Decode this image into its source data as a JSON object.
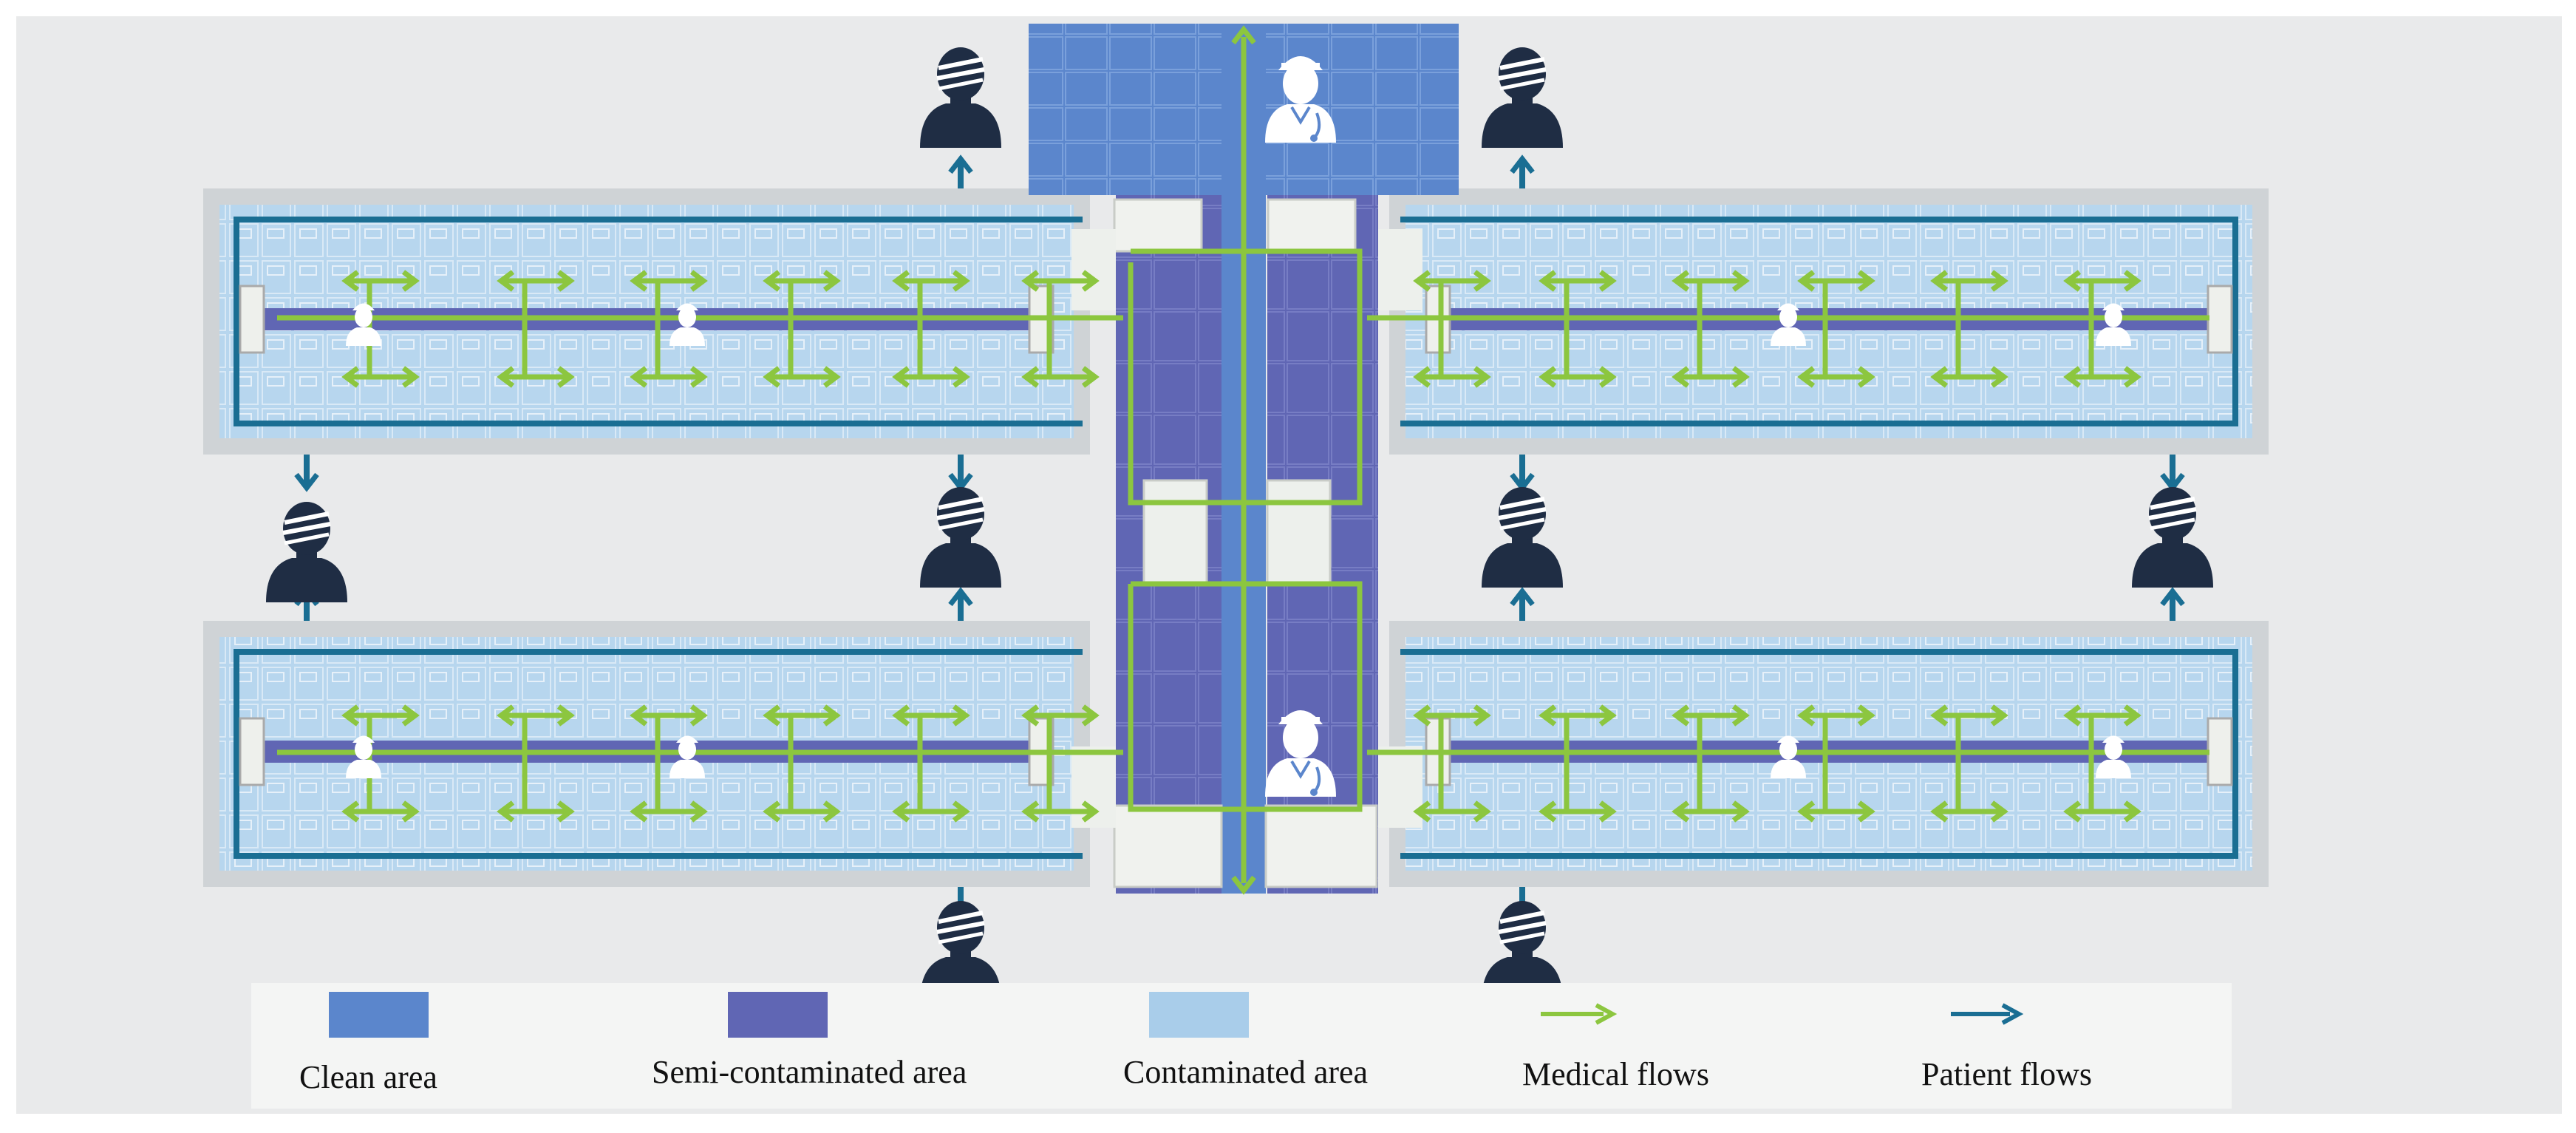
{
  "colors": {
    "clean": "#5b86cc",
    "semi": "#6066b4",
    "contaminated": "#a9cdea",
    "medical": "#8cc63f",
    "patient": "#1a6e93",
    "background": "#e9eaeb",
    "person": "#1f2d44"
  },
  "legend": [
    {
      "id": "clean",
      "label": "Clean area",
      "kind": "swatch",
      "color": "#5b86cc"
    },
    {
      "id": "semi",
      "label": "Semi-contaminated area",
      "kind": "swatch",
      "color": "#6066b4"
    },
    {
      "id": "contaminated",
      "label": "Contaminated area",
      "kind": "swatch",
      "color": "#a9cdea"
    },
    {
      "id": "medical",
      "label": "Medical flows",
      "kind": "arrow",
      "color": "#8cc63f"
    },
    {
      "id": "patient",
      "label": "Patient flows",
      "kind": "arrow",
      "color": "#1a6e93"
    }
  ],
  "icons": {
    "patient": "patient-icon",
    "doctor": "doctor-icon"
  }
}
